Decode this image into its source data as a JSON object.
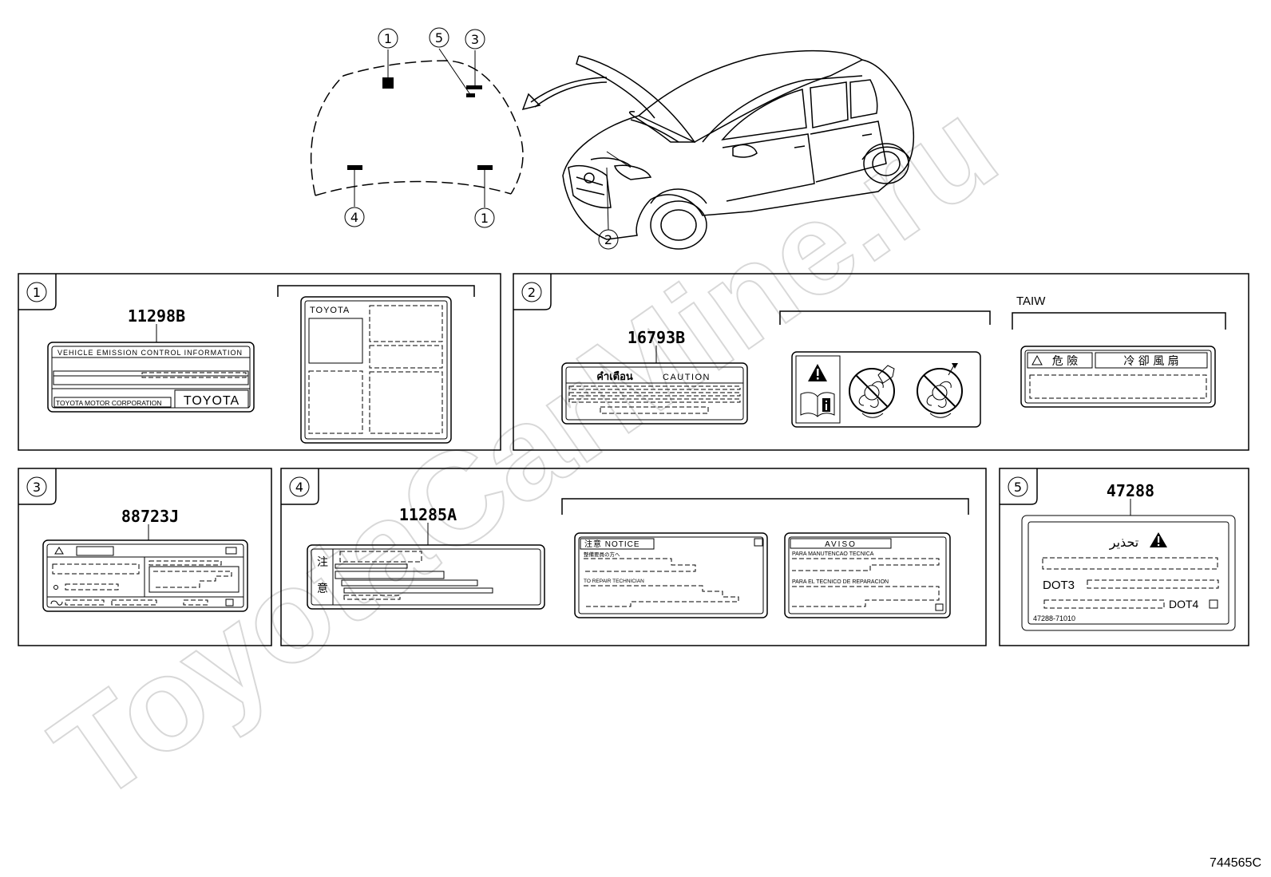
{
  "watermark": "ToyotaCarMine.ru",
  "diagram_code": "744565C",
  "callout_numbers": [
    "1",
    "2",
    "3",
    "4",
    "5"
  ],
  "panel1": {
    "badge": "1",
    "part_number": "11298B",
    "label_title": "VEHICLE EMISSION CONTROL INFORMATION",
    "label_footer": "TOYOTA MOTOR CORPORATION",
    "label_brand": "TOYOTA",
    "alt_label_brand": "TOYOTA"
  },
  "panel2": {
    "badge": "2",
    "part_number": "16793B",
    "thai_caution": "คำเตือน",
    "caution": "CAUTION",
    "region_code": "TAIW",
    "taiw_text_1": "危 險",
    "taiw_text_2": "冷 卻 風 扇"
  },
  "panel3": {
    "badge": "3",
    "part_number": "88723J"
  },
  "panel4": {
    "badge": "4",
    "part_number": "11285A",
    "jp_text_1": "注",
    "jp_text_2": "意",
    "notice_header": "注意 NOTICE",
    "notice_line_1": "整備要員の方へ",
    "notice_line_2": "TO REPAIR TECHNICIAN",
    "aviso_header": "AVISO",
    "aviso_line_1": "PARA MANUTENCAO TECNICA",
    "aviso_line_2": "PARA EL TECNICO DE REPARACION"
  },
  "panel5": {
    "badge": "5",
    "part_number": "47288",
    "arabic_warning": "تحذير",
    "dot3": "DOT3",
    "dot4": "DOT4",
    "label_code": "47288-71010"
  }
}
